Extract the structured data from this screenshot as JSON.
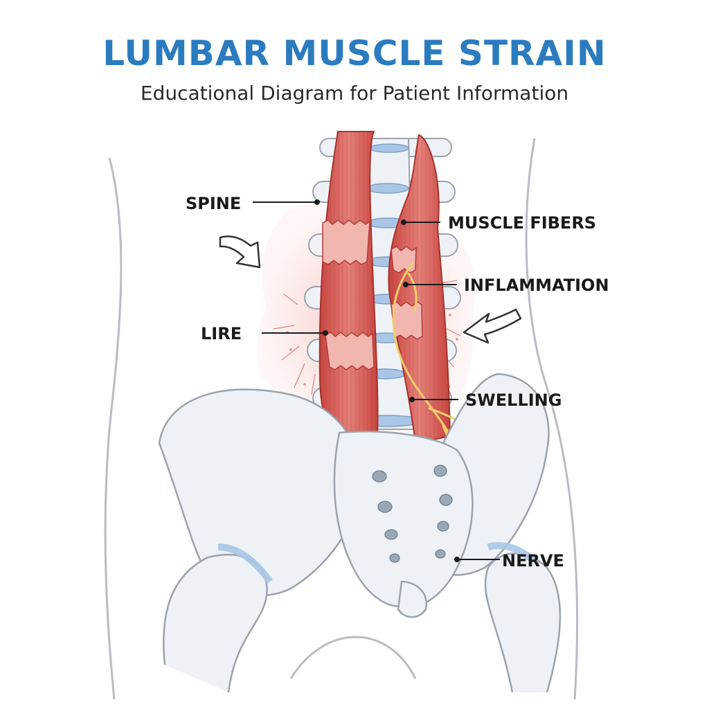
{
  "header": {
    "title": "LUMBAR MUSCLE STRAIN",
    "subtitle": "Educational Diagram for Patient Information"
  },
  "labels": {
    "spine": "SPINE",
    "muscle_fibers": "MUSCLE FIBERS",
    "inflammation": "INFLAMMATION",
    "lire": "LIRE",
    "swelling": "SWELLING",
    "nerve": "NERVE"
  },
  "colors": {
    "title": "#2b7bbf",
    "muscle": "#d9645f",
    "inflammation": "#f6c9c4",
    "nerve": "#f2d06b",
    "bone": "#eef2f6",
    "disc": "#a9c6e6"
  }
}
